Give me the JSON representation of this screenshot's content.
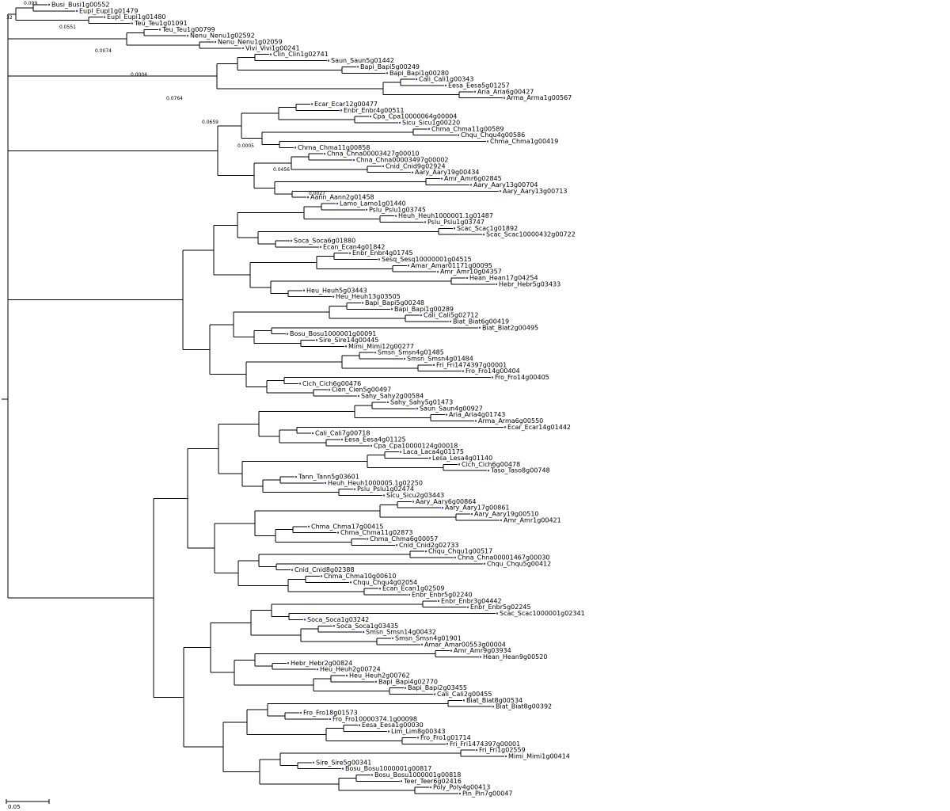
{
  "figure": {
    "type": "phylogenetic-tree",
    "colors": {
      "branch": "#000000",
      "internal_node": "#c0392b",
      "leaf_marker": "#1f3fbf",
      "background": "#ffffff"
    },
    "scale_bar": {
      "label": "0.05",
      "value": 0.05
    }
  },
  "tree_data": {
    "root_label": "32",
    "leaves": [
      "Busi_Busi1g00552",
      "Eupl_Eupl1g01479",
      "Eupl_Eupl1g01480",
      "Teu_Teu1g01091",
      "Teu_Teu1g00799",
      "Nenu_Nenu1g02592",
      "Nenu_Nenu1g02059",
      "Vivi_Vivi1g00241",
      "Clin_Clin1g02741",
      "Saun_Saun5g01442",
      "Bapi_Bapi5g00249",
      "Bapi_Bapi1g00280",
      "Cali_Cali1g00343",
      "Eesa_Eesa5g01257",
      "Aria_Aria6g00427",
      "Arma_Arma1g00567",
      "Ecar_Ecar12g00477",
      "Enbr_Enbr4g00511",
      "Cpa_Cpa10000064g00004",
      "Sicu_Sicu1g00220",
      "Chma_Chma11g00589",
      "Chqu_Chqu4g00586",
      "Chma_Chma1g00419",
      "Chma_Chma11g00858",
      "Chna_Chna00003427g00010",
      "Chna_Chna00003497g00002",
      "Cnid_Cnid9g02924",
      "Aary_Aary19g00434",
      "Amr_Amr6g02845",
      "Aary_Aary13g00704",
      "Aary_Aary13g00713",
      "Aann_Aann2g01458",
      "Lamo_Lamo1g01440",
      "Pslu_Pslu1g03745",
      "Heuh_Heuh1000001.1g01487",
      "Pslu_Pslu1g03747",
      "Scac_Scac1g01892",
      "Scac_Scac10000432g00722",
      "Soca_Soca6g01880",
      "Ecan_Ecan4g01842",
      "Enbr_Enbr4g01745",
      "Sesq_Sesq10000001g04515",
      "Amar_Amar01171g00095",
      "Amr_Amr10g04357",
      "Hean_Hean17g04254",
      "Hebr_Hebr5g03433",
      "Heu_Heuh5g03443",
      "Heu_Heuh13g03505",
      "Bapi_Bapi5g00248",
      "Bapi_Bapi1g00289",
      "Cali_Cali5g02712",
      "Biat_Biat6g00419",
      "Biat_Biat2g00495",
      "Bosu_Bosu1000001g00091",
      "Sire_Sire14g00445",
      "Mimi_Mimi12g00277",
      "Smsn_Smsn4g01485",
      "Smsn_Smsn4g01484",
      "Fri_Fri1474397g00001",
      "Fro_Fro14g00404",
      "Fro_Fro14g00405",
      "Cich_Cich6g00476",
      "Cien_Cien5g00497",
      "Sahy_Sahy2g00584",
      "Sahy_Sahy5g01473",
      "Saun_Saun4g00927",
      "Aria_Aria4g01743",
      "Arma_Arma6g00550",
      "Ecar_Ecar14g01442",
      "Cali_Cali7g00718",
      "Eesa_Eesa4g01125",
      "Cpa_Cpa10000124g00018",
      "Laca_Laca4g01175",
      "Lesa_Lesa4g01140",
      "Cich_Cich6g00478",
      "Taso_Taso8g00748",
      "Tann_Tann5g03601",
      "Heuh_Heuh1000005.1g02250",
      "Pslu_Pslu1g02474",
      "Sicu_Sicu2g03443",
      "Aary_Aary6g00864",
      "Aary_Aary17g00861",
      "Aary_Aary19g00510",
      "Amr_Amr1g00421",
      "Chma_Chma17g00415",
      "Chma_Chma11g02873",
      "Chma_Chma6g00057",
      "Cnid_Cnid2g02733",
      "Chqu_Chqu1g00517",
      "Chna_Chna00001467g00030",
      "Chqu_Chqu5g00412",
      "Cnid_Cnid8g02388",
      "Chma_Chma10g00610",
      "Chqu_Chqu4g02054",
      "Ecan_Ecan1g02509",
      "Enbr_Enbr5g02240",
      "Enbr_Enbr3g04442",
      "Enbr_Enbr5g02245",
      "Scac_Scac1000001g02341",
      "Soca_Soca1g03242",
      "Soca_Soca1g03435",
      "Smsn_Smsn14g00432",
      "Smsn_Smsn4g01901",
      "Amar_Amar00553g00004",
      "Amr_Amr9g03934",
      "Hean_Hean9g00520",
      "Hebr_Hebr2g00824",
      "Heu_Heuh2g00724",
      "Heu_Heuh2g00762",
      "Bapi_Bapi4g02770",
      "Bapi_Bapi2g03455",
      "Cali_Cali2g00455",
      "Biat_Biat8g00534",
      "Biat_Biat8g00392",
      "Fro_Fro18g01573",
      "Fro_Fro10000374.1g00098",
      "Eesa_Eesa1g00030",
      "Lim_Lim8g00343",
      "Fro_Fro1g01714",
      "Fri_Fri1474397g00001",
      "Fri_Fri1g02559",
      "Mimi_Mimi1g00414",
      "Sire_Sire5g00341",
      "Bosu_Bosu1000001g00817",
      "Bosu_Bosu1000001g00818",
      "Teer_Teer6g02416",
      "Poly_Poly4g00413",
      "Pin_Pin7g00047"
    ],
    "internal_nodes": [
      {
        "support": "0.099"
      },
      {
        "support": "0.0551"
      },
      {
        "support": "0.0074"
      },
      {
        "support": "0.0004"
      },
      {
        "support": "0.0764"
      },
      {
        "support": "0.0659"
      },
      {
        "support": "0.0005"
      },
      {
        "support": "0.0456"
      },
      {
        "support": "0.0027"
      }
    ]
  }
}
